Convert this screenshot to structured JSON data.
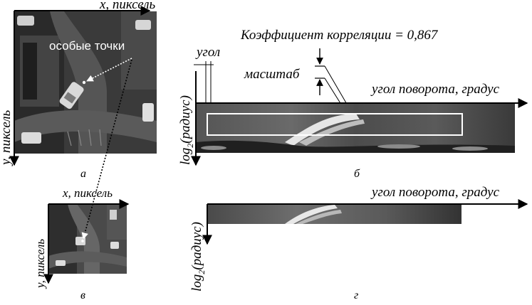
{
  "panel_a": {
    "x_axis_label": "x, пиксель",
    "y_axis_label": "y, пиксель",
    "keypoints_label": "особые точки",
    "caption": "а"
  },
  "panel_b": {
    "correlation_text": "Коэффициент корреляции = 0,867",
    "angle_label": "угол",
    "scale_label": "масштаб",
    "x_axis_label": "угол поворота, градус",
    "y_axis_label_main": "log",
    "y_axis_label_sub": "2",
    "y_axis_label_rest": "(радиус)",
    "caption": "б"
  },
  "panel_v": {
    "x_axis_label": "x, пиксель",
    "y_axis_label": "y, пиксель",
    "caption": "в"
  },
  "panel_g": {
    "x_axis_label": "угол поворота, градус",
    "y_axis_label_main": "log",
    "y_axis_label_sub": "2",
    "y_axis_label_rest": "(радиус)",
    "caption": "г"
  }
}
